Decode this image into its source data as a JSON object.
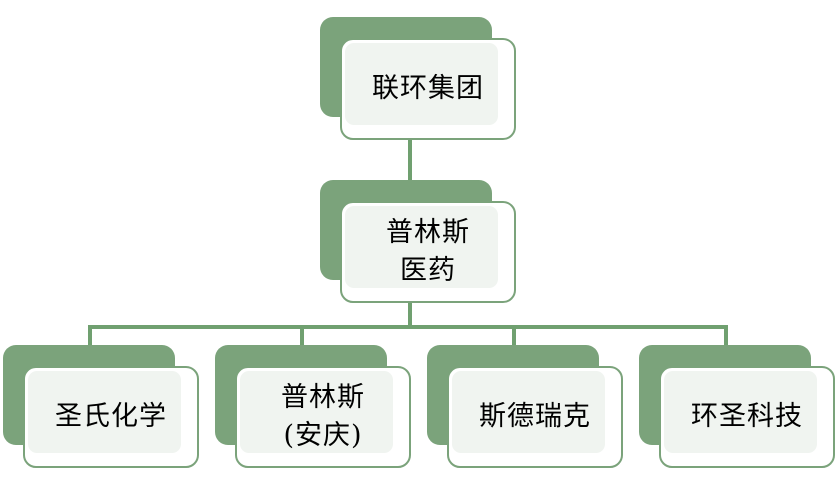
{
  "diagram": {
    "type": "organization-chart",
    "title": "",
    "colors": {
      "shadow": "#7ba37b",
      "border": "#7ba37b",
      "panel": "#f0f4f0",
      "box_fill": "#ffffff",
      "connector": "#70a070",
      "text": "#000000",
      "background": "#ffffff"
    },
    "levels": [
      {
        "level": 1,
        "nodes": [
          {
            "id": "root",
            "lines": [
              "联环集团"
            ],
            "text": "联环集团"
          }
        ]
      },
      {
        "level": 2,
        "nodes": [
          {
            "id": "pulinsi",
            "lines": [
              "普林斯",
              "医药"
            ],
            "text": "普林斯医药"
          }
        ]
      },
      {
        "level": 3,
        "nodes": [
          {
            "id": "child1",
            "lines": [
              "圣氏化学"
            ],
            "text": "圣氏化学"
          },
          {
            "id": "child2",
            "lines": [
              "普林斯",
              "(安庆)"
            ],
            "text": "普林斯(安庆)"
          },
          {
            "id": "child3",
            "lines": [
              "斯德瑞克"
            ],
            "text": "斯德瑞克"
          },
          {
            "id": "child4",
            "lines": [
              "环圣科技"
            ],
            "text": "环圣科技"
          }
        ]
      }
    ],
    "edges": [
      {
        "from": "root",
        "to": "pulinsi"
      },
      {
        "from": "pulinsi",
        "to": "child1"
      },
      {
        "from": "pulinsi",
        "to": "child2"
      },
      {
        "from": "pulinsi",
        "to": "child3"
      },
      {
        "from": "pulinsi",
        "to": "child4"
      }
    ]
  }
}
